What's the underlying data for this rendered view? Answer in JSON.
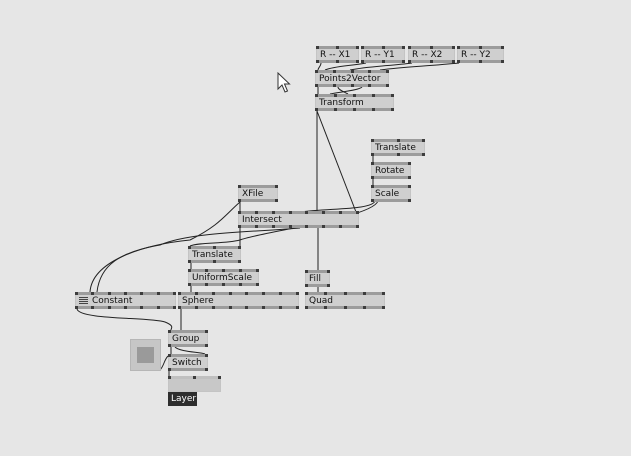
{
  "nodes": {
    "r_x1": "R -- X1",
    "r_y1": "R -- Y1",
    "r_x2": "R -- X2",
    "r_y2": "R -- Y2",
    "points2vector": "Points2Vector",
    "transform": "Transform",
    "translate_top": "Translate",
    "rotate": "Rotate",
    "scale": "Scale",
    "xfile": "XFile",
    "intersect": "Intersect",
    "translate_mid": "Translate",
    "uniformscale": "UniformScale",
    "constant": "Constant",
    "sphere": "Sphere",
    "fill": "Fill",
    "quad": "Quad",
    "group": "Group",
    "switch": "Switch",
    "layer_output": "",
    "layer": "Layer"
  },
  "colors": {
    "canvas": "#e6e6e6",
    "node": "#cfcfcf",
    "pin_bar": "#9c9c9c",
    "pin": "#3c3c3c",
    "wire": "#222222",
    "layer_tag": "#2e2e2e"
  },
  "icons": {
    "cursor": "mouse-pointer-icon",
    "constant_menu": "menu-lines-icon"
  }
}
